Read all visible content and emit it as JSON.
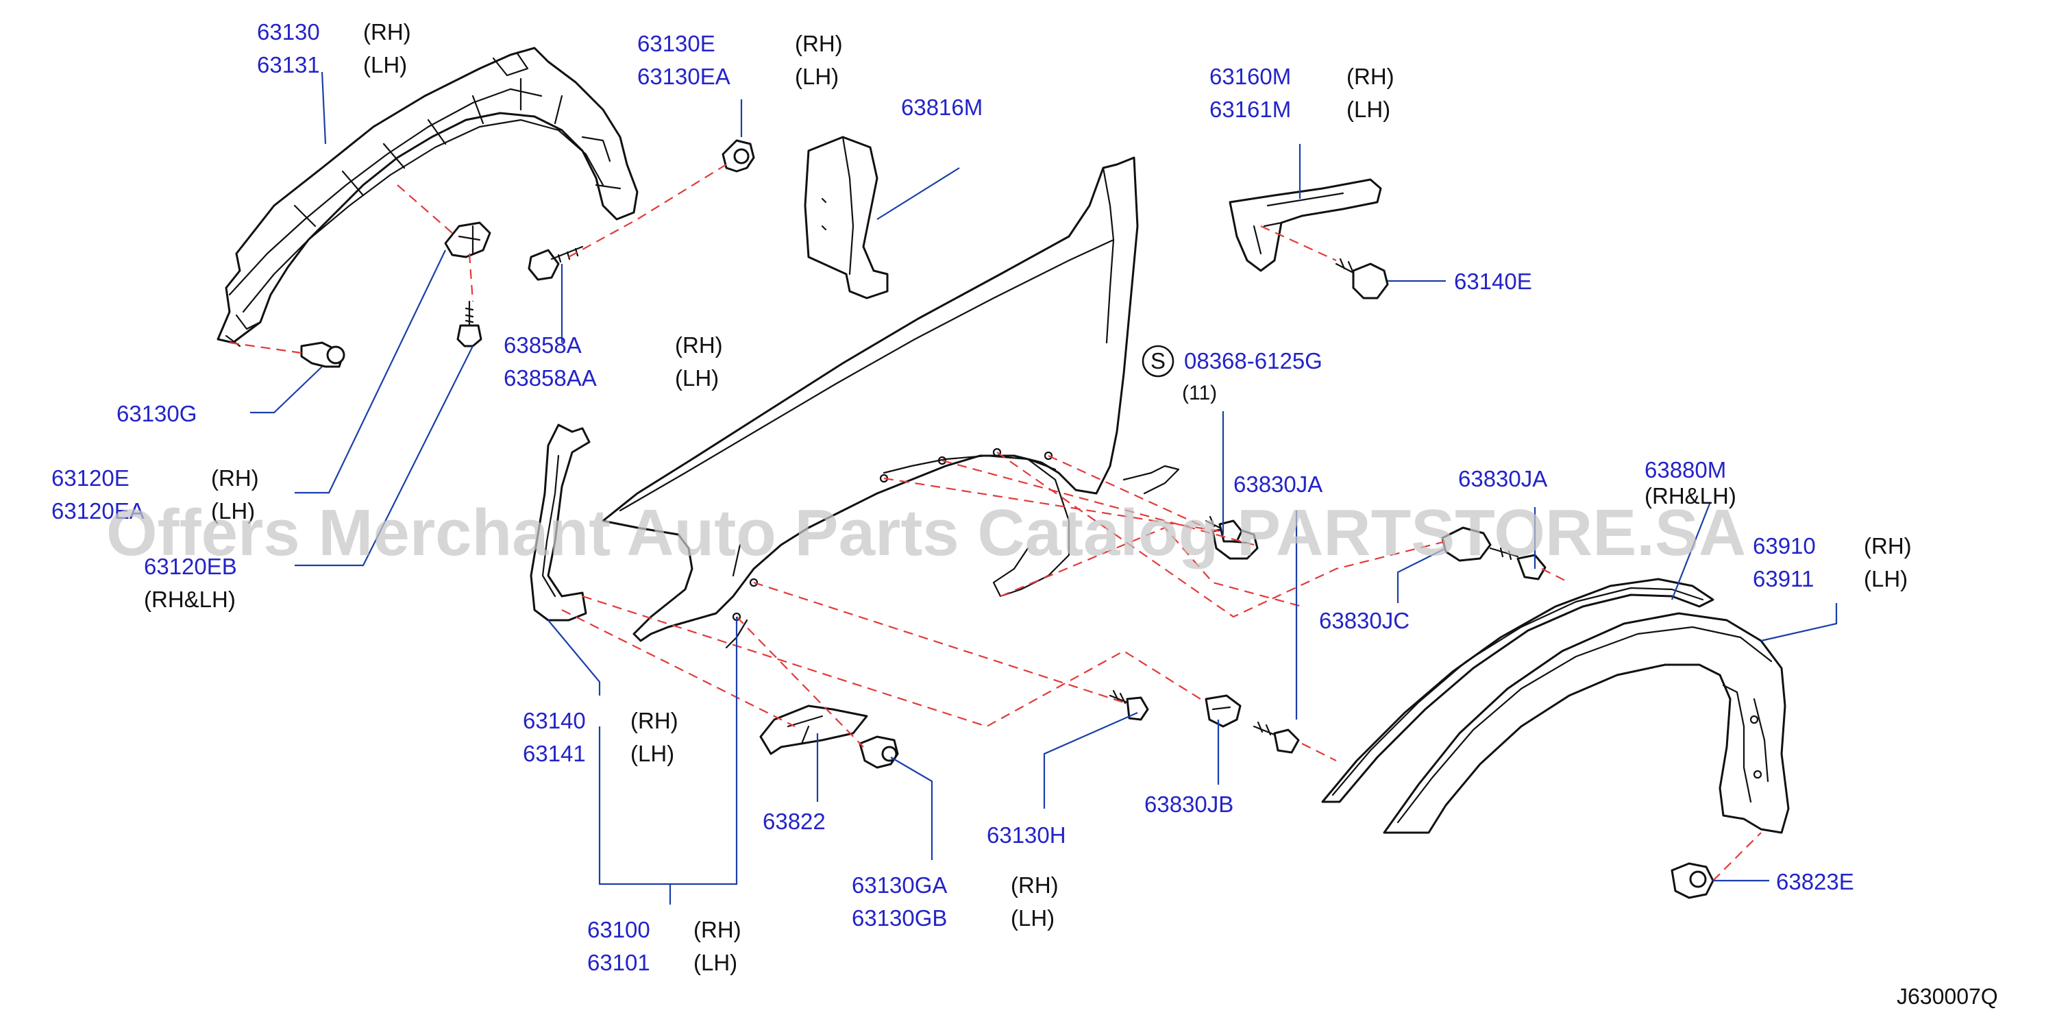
{
  "labels": {
    "p63130": "63130",
    "p63130_side": "(RH)",
    "p63131": "63131",
    "p63131_side": "(LH)",
    "p63130E": "63130E",
    "p63130E_side": "(RH)",
    "p63130EA": "63130EA",
    "p63130EA_side": "(LH)",
    "p63816M": "63816M",
    "p63160M": "63160M",
    "p63160M_side": "(RH)",
    "p63161M": "63161M",
    "p63161M_side": "(LH)",
    "p63140E": "63140E",
    "s_symbol": "S",
    "p08368": "08368-6125G",
    "p08368_qty": "(11)",
    "p63858A": "63858A",
    "p63858A_side": "(RH)",
    "p63858AA": "63858AA",
    "p63858AA_side": "(LH)",
    "p63130G": "63130G",
    "p63120E": "63120E",
    "p63120E_side": "(RH)",
    "p63120EA": "63120EA",
    "p63120EA_side": "(LH)",
    "p63120EB": "63120EB",
    "p63120EB_side": "(RH&LH)",
    "p63830JA_a": "63830JA",
    "p63830JA_b": "63830JA",
    "p63830JC": "63830JC",
    "p63880M": "63880M",
    "p63880M_side": "(RH&LH)",
    "p63910": "63910",
    "p63910_side": "(RH)",
    "p63911": "63911",
    "p63911_side": "(LH)",
    "p63140": "63140",
    "p63140_side": "(RH)",
    "p63141": "63141",
    "p63141_side": "(LH)",
    "p63822": "63822",
    "p63130H": "63130H",
    "p63830JB": "63830JB",
    "p63130GA": "63130GA",
    "p63130GA_side": "(RH)",
    "p63130GB": "63130GB",
    "p63130GB_side": "(LH)",
    "p63100": "63100",
    "p63100_side": "(RH)",
    "p63101": "63101",
    "p63101_side": "(LH)",
    "p63823E": "63823E",
    "figure_code": "J630007Q"
  },
  "watermark": "Offers Merchant Auto Parts Catalog PARTSTORE.SA",
  "colors": {
    "part_number": "#2323c8",
    "leader": "#1a3fa8",
    "dashed_guide": "#e23a3a",
    "ink": "#111111"
  }
}
